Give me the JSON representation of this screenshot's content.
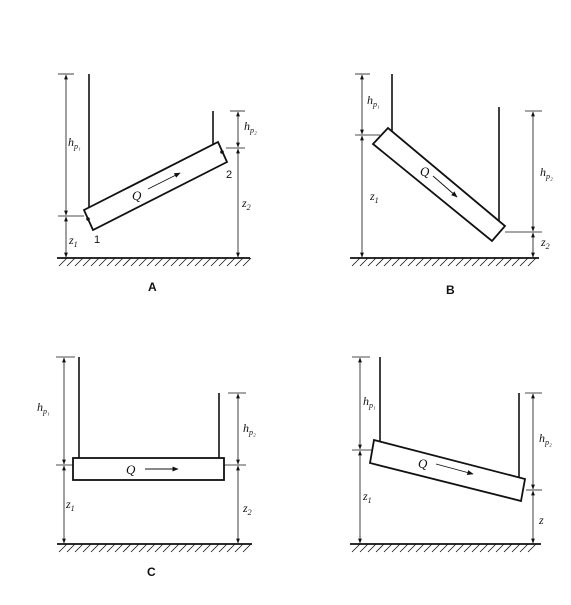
{
  "panels": [
    {
      "id": "A",
      "title": "A",
      "labels": {
        "hp1": {
          "main": "h",
          "sub": "p₁"
        },
        "hp2": {
          "main": "h",
          "sub": "p₂"
        },
        "z1": {
          "main": "z",
          "sub": "1"
        },
        "z2": {
          "main": "z",
          "sub": "2"
        },
        "q": "Q",
        "pt1": "1",
        "pt2": "2"
      }
    },
    {
      "id": "B",
      "title": "B",
      "labels": {
        "hp1": {
          "main": "h",
          "sub": "p₁"
        },
        "hp2": {
          "main": "h",
          "sub": "p₂"
        },
        "z1": {
          "main": "z",
          "sub": "1"
        },
        "z2": {
          "main": "z",
          "sub": "2"
        },
        "q": "Q"
      }
    },
    {
      "id": "C",
      "title": "C",
      "labels": {
        "hp1": {
          "main": "h",
          "sub": "p₁"
        },
        "hp2": {
          "main": "h",
          "sub": "p₂"
        },
        "z1": {
          "main": "z",
          "sub": "1"
        },
        "z2": {
          "main": "z",
          "sub": "2"
        },
        "q": "Q"
      }
    },
    {
      "id": "D",
      "title": "",
      "labels": {
        "hp1": {
          "main": "h",
          "sub": "p₁"
        },
        "hp2": {
          "main": "h",
          "sub": "p₂"
        },
        "z1": {
          "main": "z",
          "sub": "1"
        },
        "z2": {
          "main": "z",
          "sub": ""
        },
        "q": "Q"
      }
    }
  ]
}
